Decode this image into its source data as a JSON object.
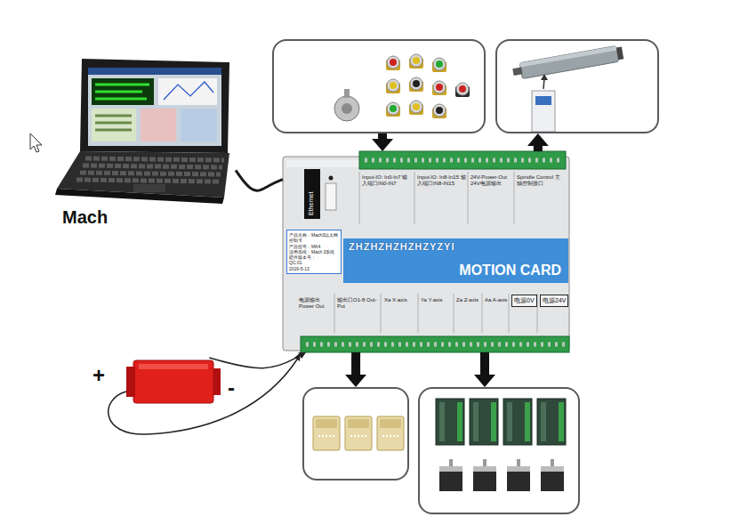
{
  "diagram": {
    "nodes": [
      {
        "text": []
      },
      {
        "text": []
      },
      {
        "text": [
          "Mach"
        ]
      },
      {
        "text": [
          "Ethernet"
        ]
      },
      {
        "text": [
          "产品名称：Mach3以太网控制卡",
          "产品型号：MK4",
          "适用系统：Mach 3系统",
          "硬件版本号：",
          "QC:01",
          "2016-5-13"
        ],
        "in": 3
      },
      {
        "text": [
          "MOTION CARD"
        ],
        "in": 3
      },
      {
        "text": [
          "+",
          "-"
        ]
      },
      {
        "text": []
      },
      {
        "text": []
      }
    ],
    "edges": [
      {
        "from": 2,
        "to": 3,
        "arrow": "none"
      },
      {
        "from": 0,
        "to": 3,
        "arrow": "to"
      },
      {
        "from": 3,
        "to": 1,
        "arrow": "to"
      },
      {
        "from": 3,
        "to": 7,
        "arrow": "to"
      },
      {
        "from": 3,
        "to": 8,
        "arrow": "to"
      },
      {
        "from": 6,
        "to": 3,
        "arrow": "to"
      }
    ],
    "labels": [
      "Input-IO: In0-In7 输入端口IN0-IN7",
      "Input-IO: In8-In15 输入端口IN8-IN15",
      "24V-Power-Out 24V电源输出",
      "Spindle Control 主轴控制接口",
      "电源输出 Power Out",
      "输出口O1-8 Out-Put",
      "Xa X-axis",
      "Ya Y-axis",
      "Za Z-axis",
      "Aa A-axis",
      "电源0V",
      "电源24V",
      "ZHZHZHZHZHZYZYI"
    ]
  }
}
